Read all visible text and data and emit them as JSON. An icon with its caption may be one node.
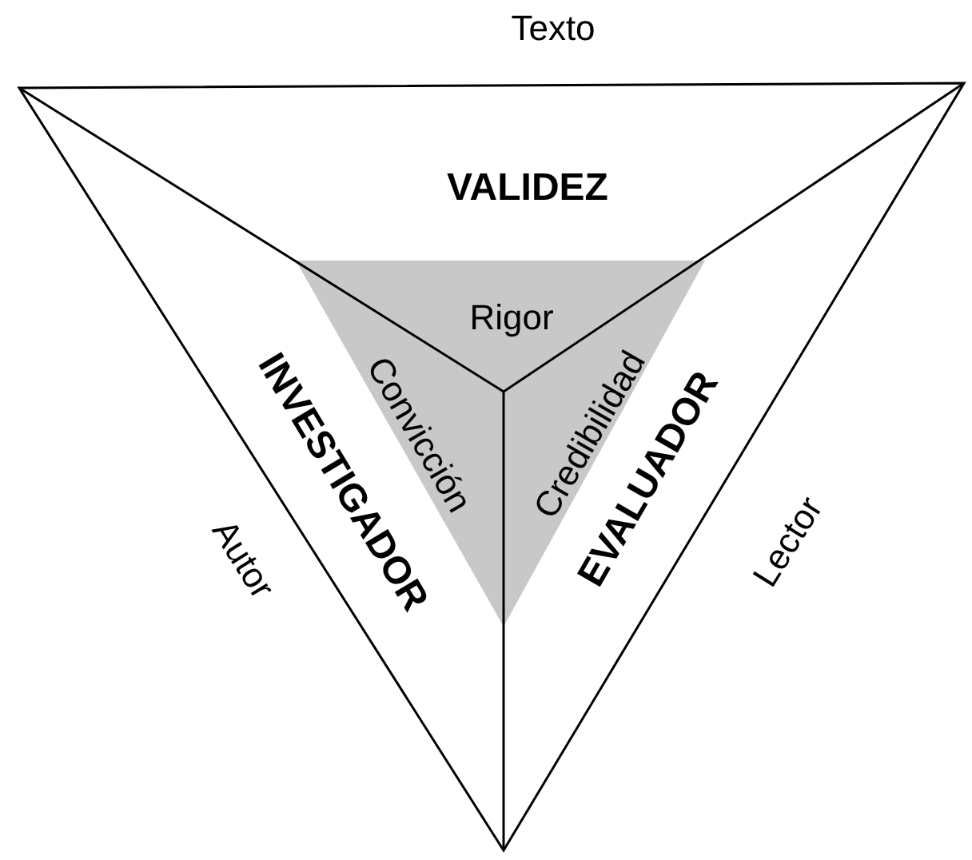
{
  "diagram": {
    "labels": [
      "Texto",
      "VALIDEZ",
      "Rigor",
      "INVESTIGADOR",
      "Convicción",
      "Credibilidad",
      "EVALUADOR",
      "Autor",
      "Lector"
    ]
  }
}
